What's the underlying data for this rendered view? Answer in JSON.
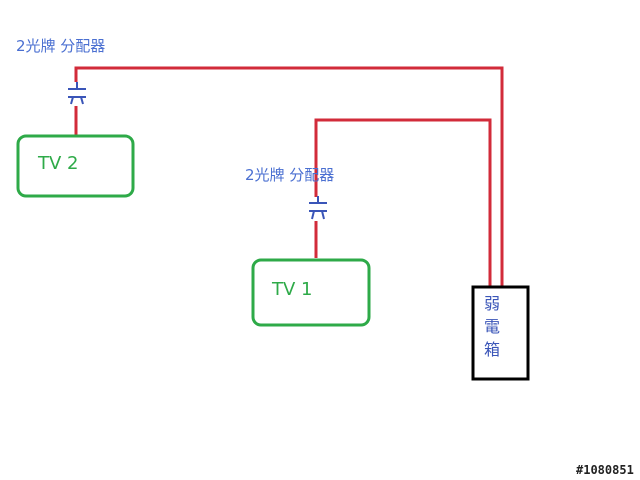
{
  "colors": {
    "cable": "#d22b3a",
    "splitter": "#3a55b8",
    "tv_border": "#2eaa48",
    "tv_text": "#2eaa48",
    "splitter_text": "#4a6fd1",
    "box_border": "#000000"
  },
  "splitter_top": {
    "label": "2光牌 分配器"
  },
  "splitter_mid": {
    "label": "2光牌 分配器"
  },
  "tv2": {
    "label": "TV 2"
  },
  "tv1": {
    "label": "TV 1"
  },
  "weak_box": {
    "chars": [
      "弱",
      "電",
      "箱"
    ]
  },
  "watermark": "#1080851"
}
